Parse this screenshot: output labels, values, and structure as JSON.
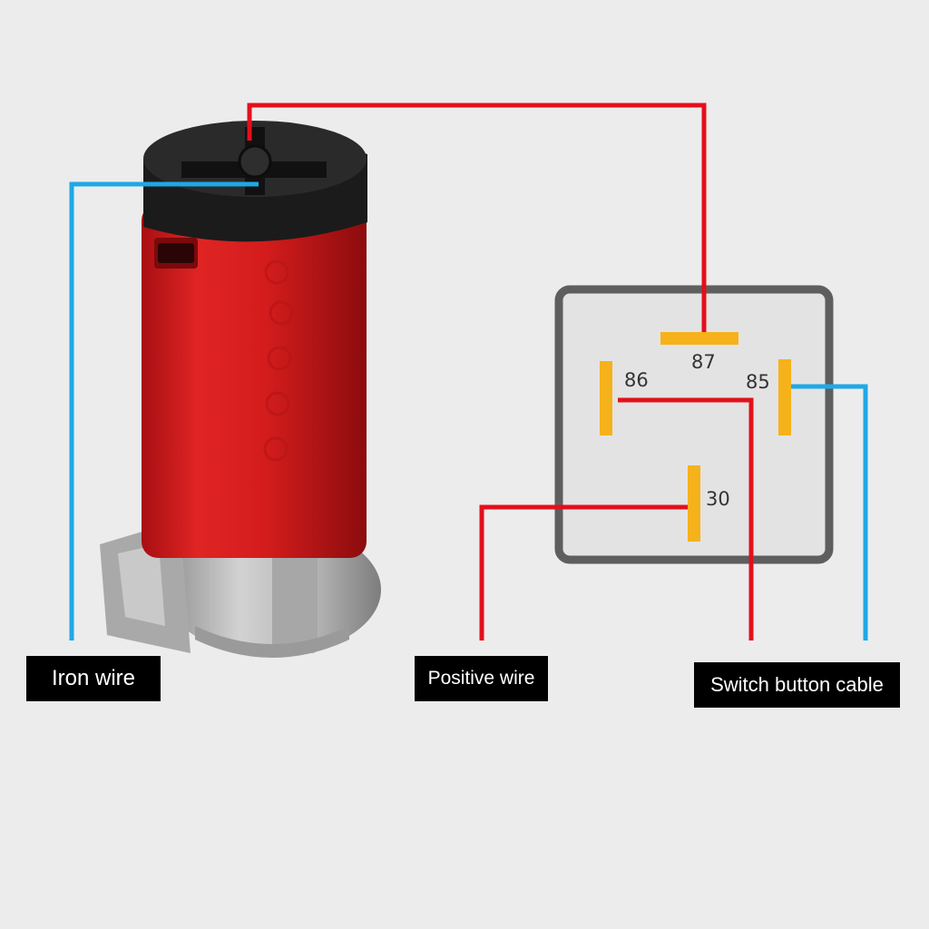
{
  "labels": {
    "iron_wire": "Iron wire",
    "positive_wire": "Positive wire",
    "switch_button_cable": "Switch button cable"
  },
  "relay": {
    "pins": [
      "87",
      "86",
      "85",
      "30"
    ]
  },
  "colors": {
    "background": "#ececec",
    "red_wire": "#e3101c",
    "blue_wire": "#1fa8e6",
    "relay_frame": "#5e5e5e",
    "relay_fill": "#e3e3e3",
    "pin": "#f6b21a",
    "compressor_body": "#d62020",
    "compressor_cap": "#1a1a1a",
    "compressor_base": "#b8b8b8"
  }
}
